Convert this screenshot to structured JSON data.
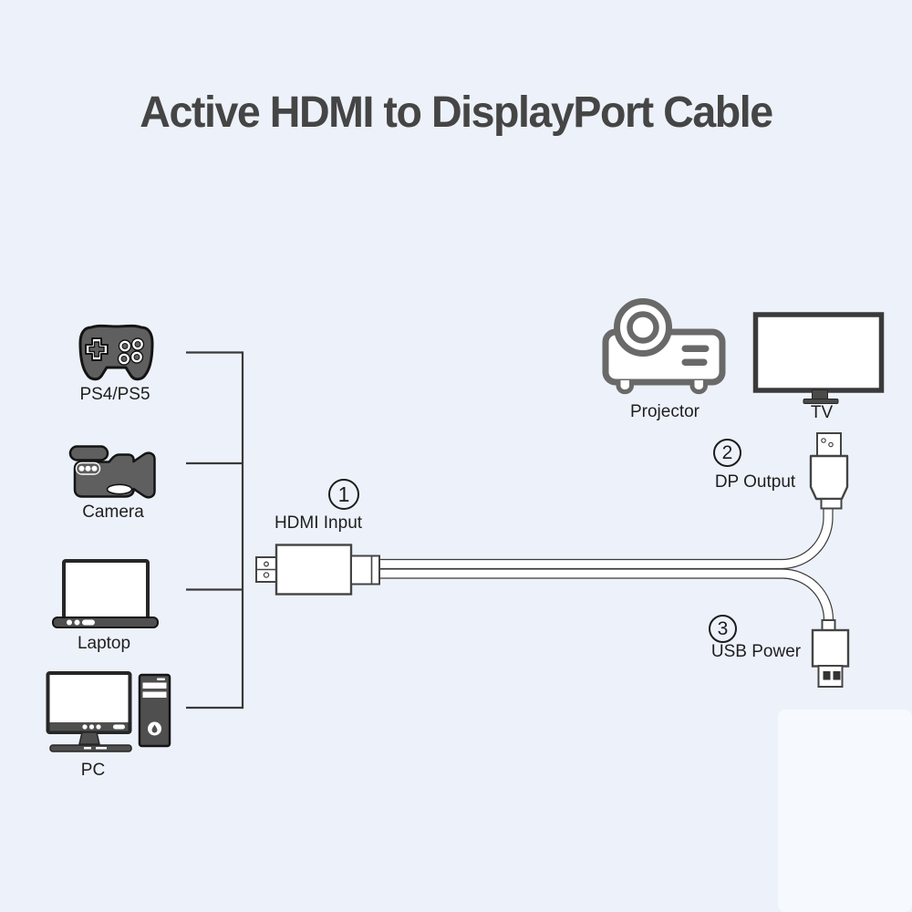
{
  "title": "Active HDMI to DisplayPort Cable",
  "sources": [
    {
      "label": "PS4/PS5",
      "icon": "gamepad-icon"
    },
    {
      "label": "Camera",
      "icon": "video-camera-icon"
    },
    {
      "label": "Laptop",
      "icon": "laptop-icon"
    },
    {
      "label": "PC",
      "icon": "desktop-pc-icon"
    }
  ],
  "outputs": [
    {
      "label": "Projector",
      "icon": "projector-icon"
    },
    {
      "label": "TV",
      "icon": "tv-icon"
    }
  ],
  "callouts": [
    {
      "number": "1",
      "label": "HDMI Input"
    },
    {
      "number": "2",
      "label": "DP Output"
    },
    {
      "number": "3",
      "label": "USB Power"
    }
  ],
  "colors": {
    "background": "#edf2fa",
    "title_text": "#454545",
    "label_text": "#1f1f1f",
    "icon_fill": "#5f5f5f",
    "line": "#3a3a3a"
  }
}
